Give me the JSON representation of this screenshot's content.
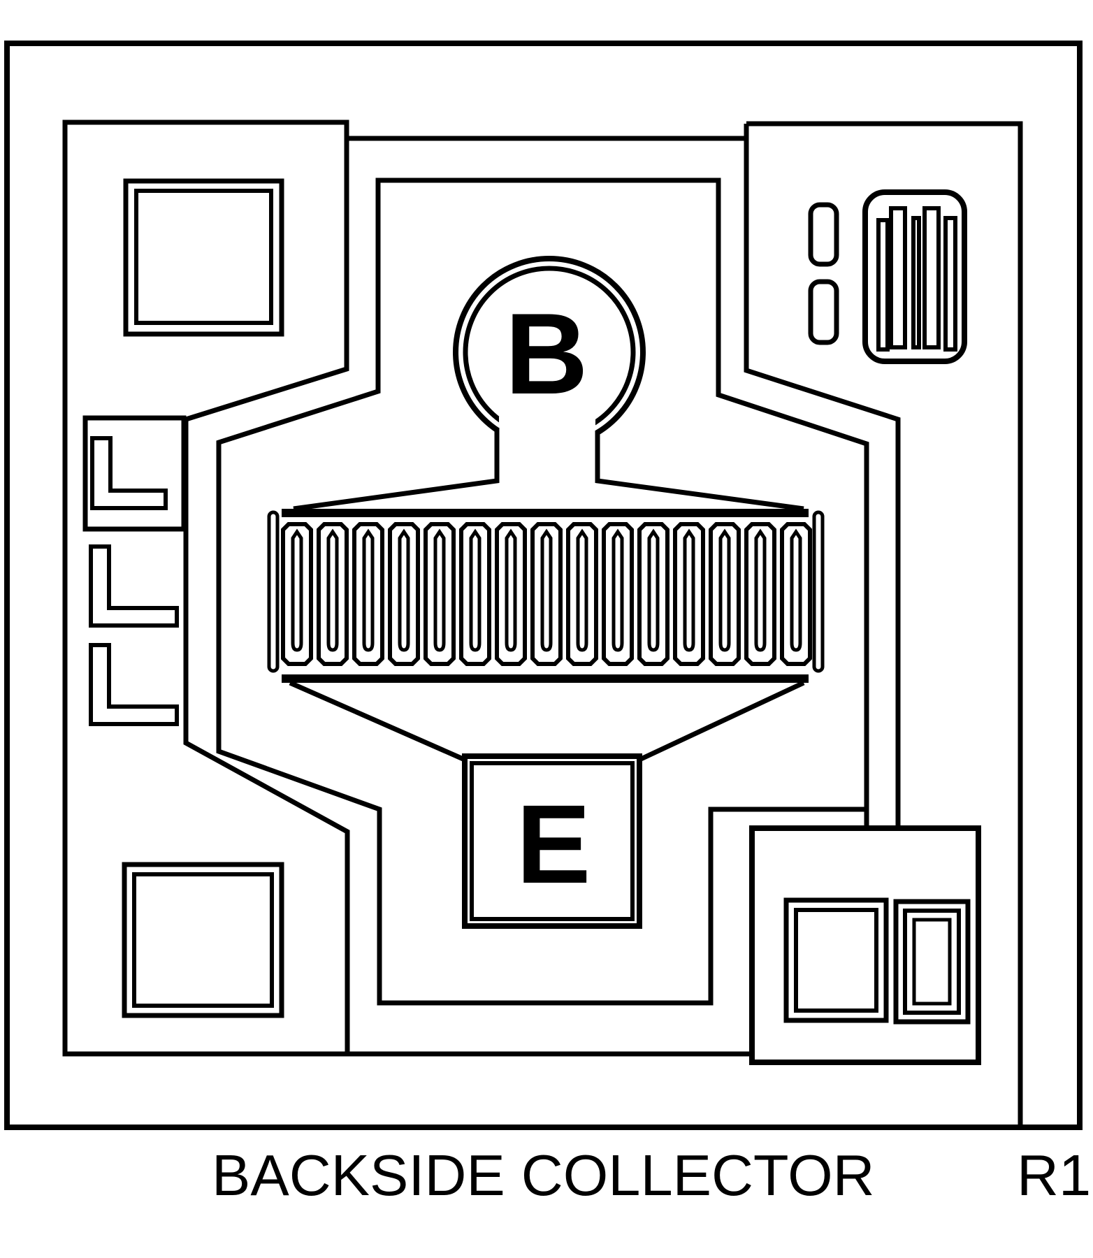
{
  "diagram": {
    "kind": "transistor-die-layout",
    "labels": {
      "base": "B",
      "emitter": "E",
      "caption": "BACKSIDE COLLECTOR",
      "revision": "R1"
    },
    "comb": {
      "finger_count": 15,
      "left_end_bars": 1,
      "right_end_bars": 1
    },
    "marks": {
      "l_mark_count": 3,
      "bond_pad_count": 2,
      "pill_count": 2,
      "striped_bar_count": 5,
      "corner_square_count": 2
    },
    "colors": {
      "line": "#000000",
      "background": "#ffffff"
    }
  }
}
